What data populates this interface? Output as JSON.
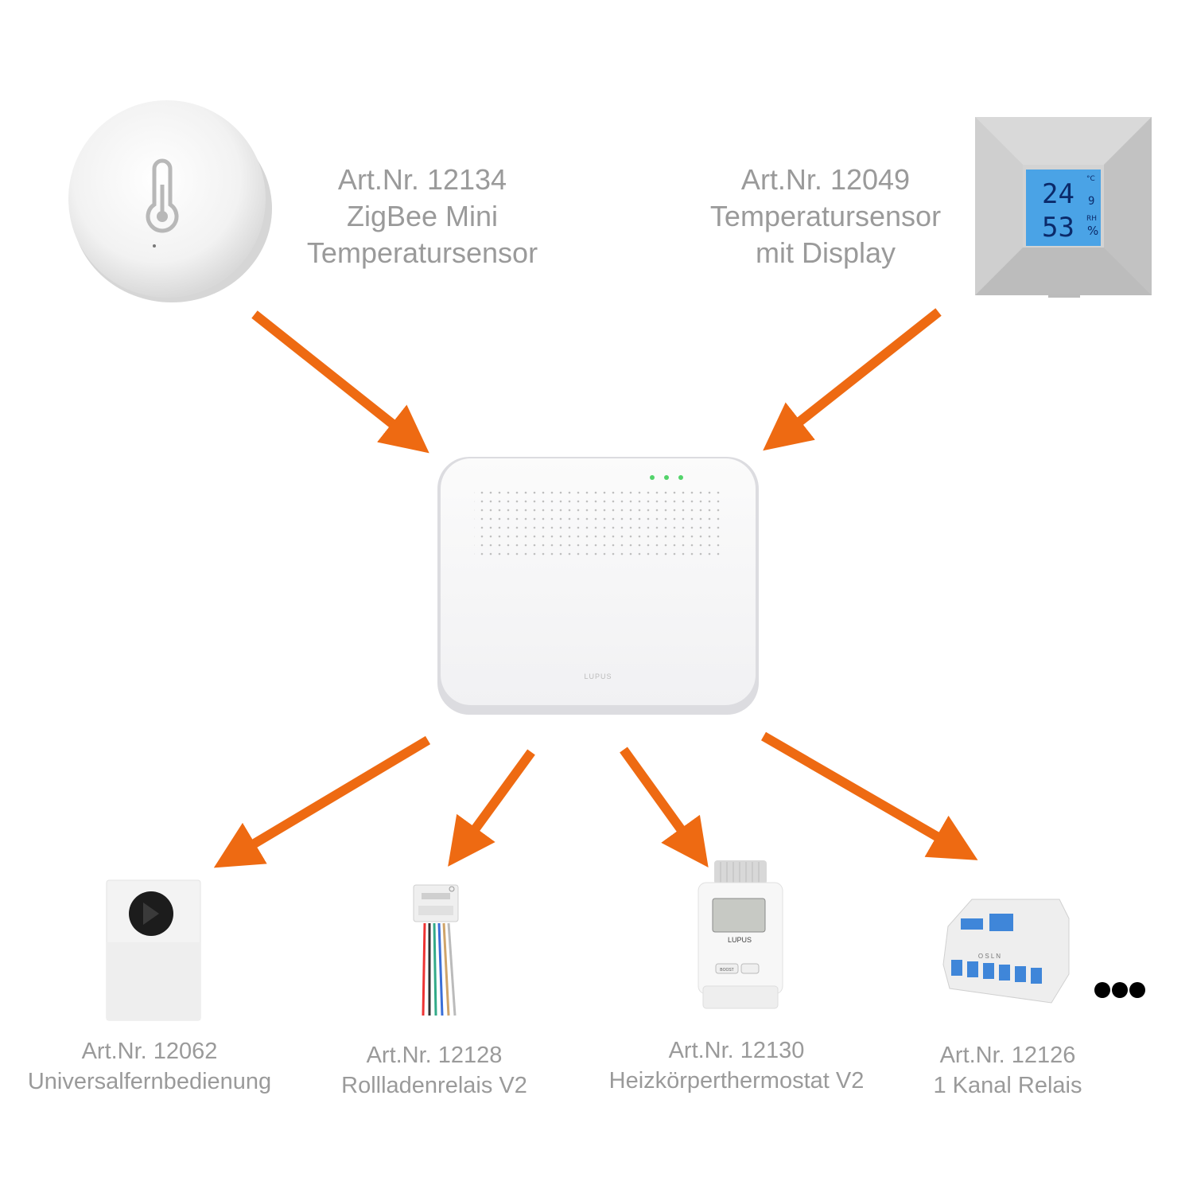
{
  "colors": {
    "arrow": "#ee6a12",
    "label_text": "#9a9a9a",
    "lcd_screen": "#4aa3e6",
    "lcd_digits": "#0b2a6a",
    "dots": "#000000"
  },
  "hub": {
    "brand": "LUPUS",
    "led_color": "#52d36a"
  },
  "devices": [
    {
      "id": "12134",
      "lines": [
        "Art.Nr. 12134",
        "ZigBee Mini",
        "Temperatursensor"
      ],
      "icon": "thermometer-icon"
    },
    {
      "id": "12049",
      "lines": [
        "Art.Nr. 12049",
        "Temperatursensor",
        "mit Display"
      ],
      "display": {
        "temp": "24",
        "temp_decimal": "9",
        "temp_unit": "°C",
        "humidity": "53",
        "humidity_unit_top": "RH",
        "humidity_unit_bottom": "%"
      }
    },
    {
      "id": "12062",
      "lines": [
        "Art.Nr. 12062",
        "Universalfernbedienung"
      ]
    },
    {
      "id": "12128",
      "lines": [
        "Art.Nr. 12128",
        "Rollladenrelais V2"
      ]
    },
    {
      "id": "12130",
      "lines": [
        "Art.Nr. 12130",
        "Heizkörperthermostat V2"
      ],
      "screen": {
        "brand": "LUPUS",
        "button": "BOOST"
      }
    },
    {
      "id": "12126",
      "lines": [
        "Art.Nr. 12126",
        "1 Kanal Relais"
      ],
      "terminals": "O S L N"
    }
  ],
  "more_indicator": "more-dots-icon"
}
